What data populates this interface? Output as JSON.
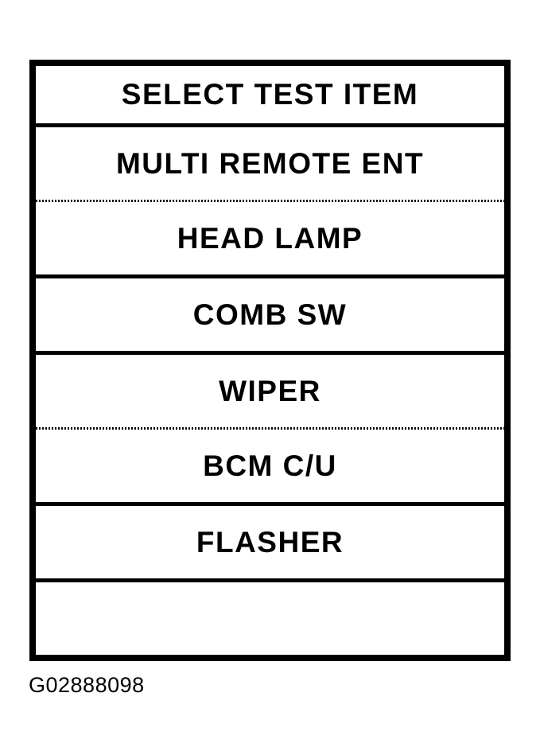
{
  "screen": {
    "header": {
      "label": "SELECT TEST ITEM",
      "divider_after": "solid"
    },
    "items": [
      {
        "label": "MULTI REMOTE ENT",
        "divider_after": "dotted"
      },
      {
        "label": "HEAD LAMP",
        "divider_after": "solid"
      },
      {
        "label": "COMB SW",
        "divider_after": "solid"
      },
      {
        "label": "WIPER",
        "divider_after": "dotted"
      },
      {
        "label": "BCM C/U",
        "divider_after": "solid"
      },
      {
        "label": "FLASHER",
        "divider_after": "solid"
      },
      {
        "label": "",
        "divider_after": "none"
      }
    ],
    "colors": {
      "foreground": "#000000",
      "background": "#ffffff"
    }
  },
  "figure": {
    "caption": "G02888098"
  }
}
